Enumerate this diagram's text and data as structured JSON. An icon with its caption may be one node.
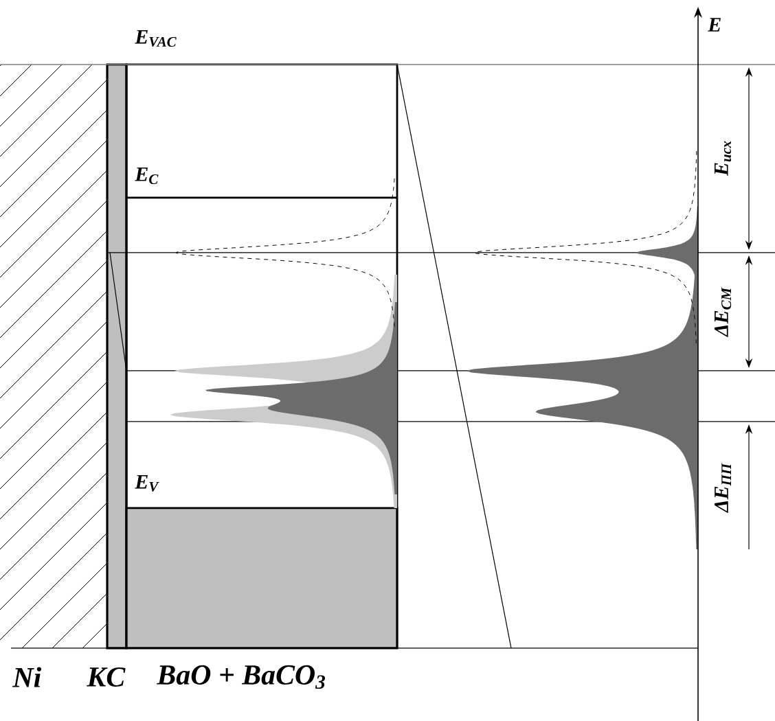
{
  "diagram": {
    "labels": [
      "E$_{VAC}$",
      "E$_{C}$",
      "E$_{V}$",
      "E",
      "E$_{исх}$",
      "ΔE$_{СМ}$",
      "ΔE$_{ПП}$",
      "Ni",
      "KC",
      "BaO + BaCO$_{3}$"
    ]
  }
}
